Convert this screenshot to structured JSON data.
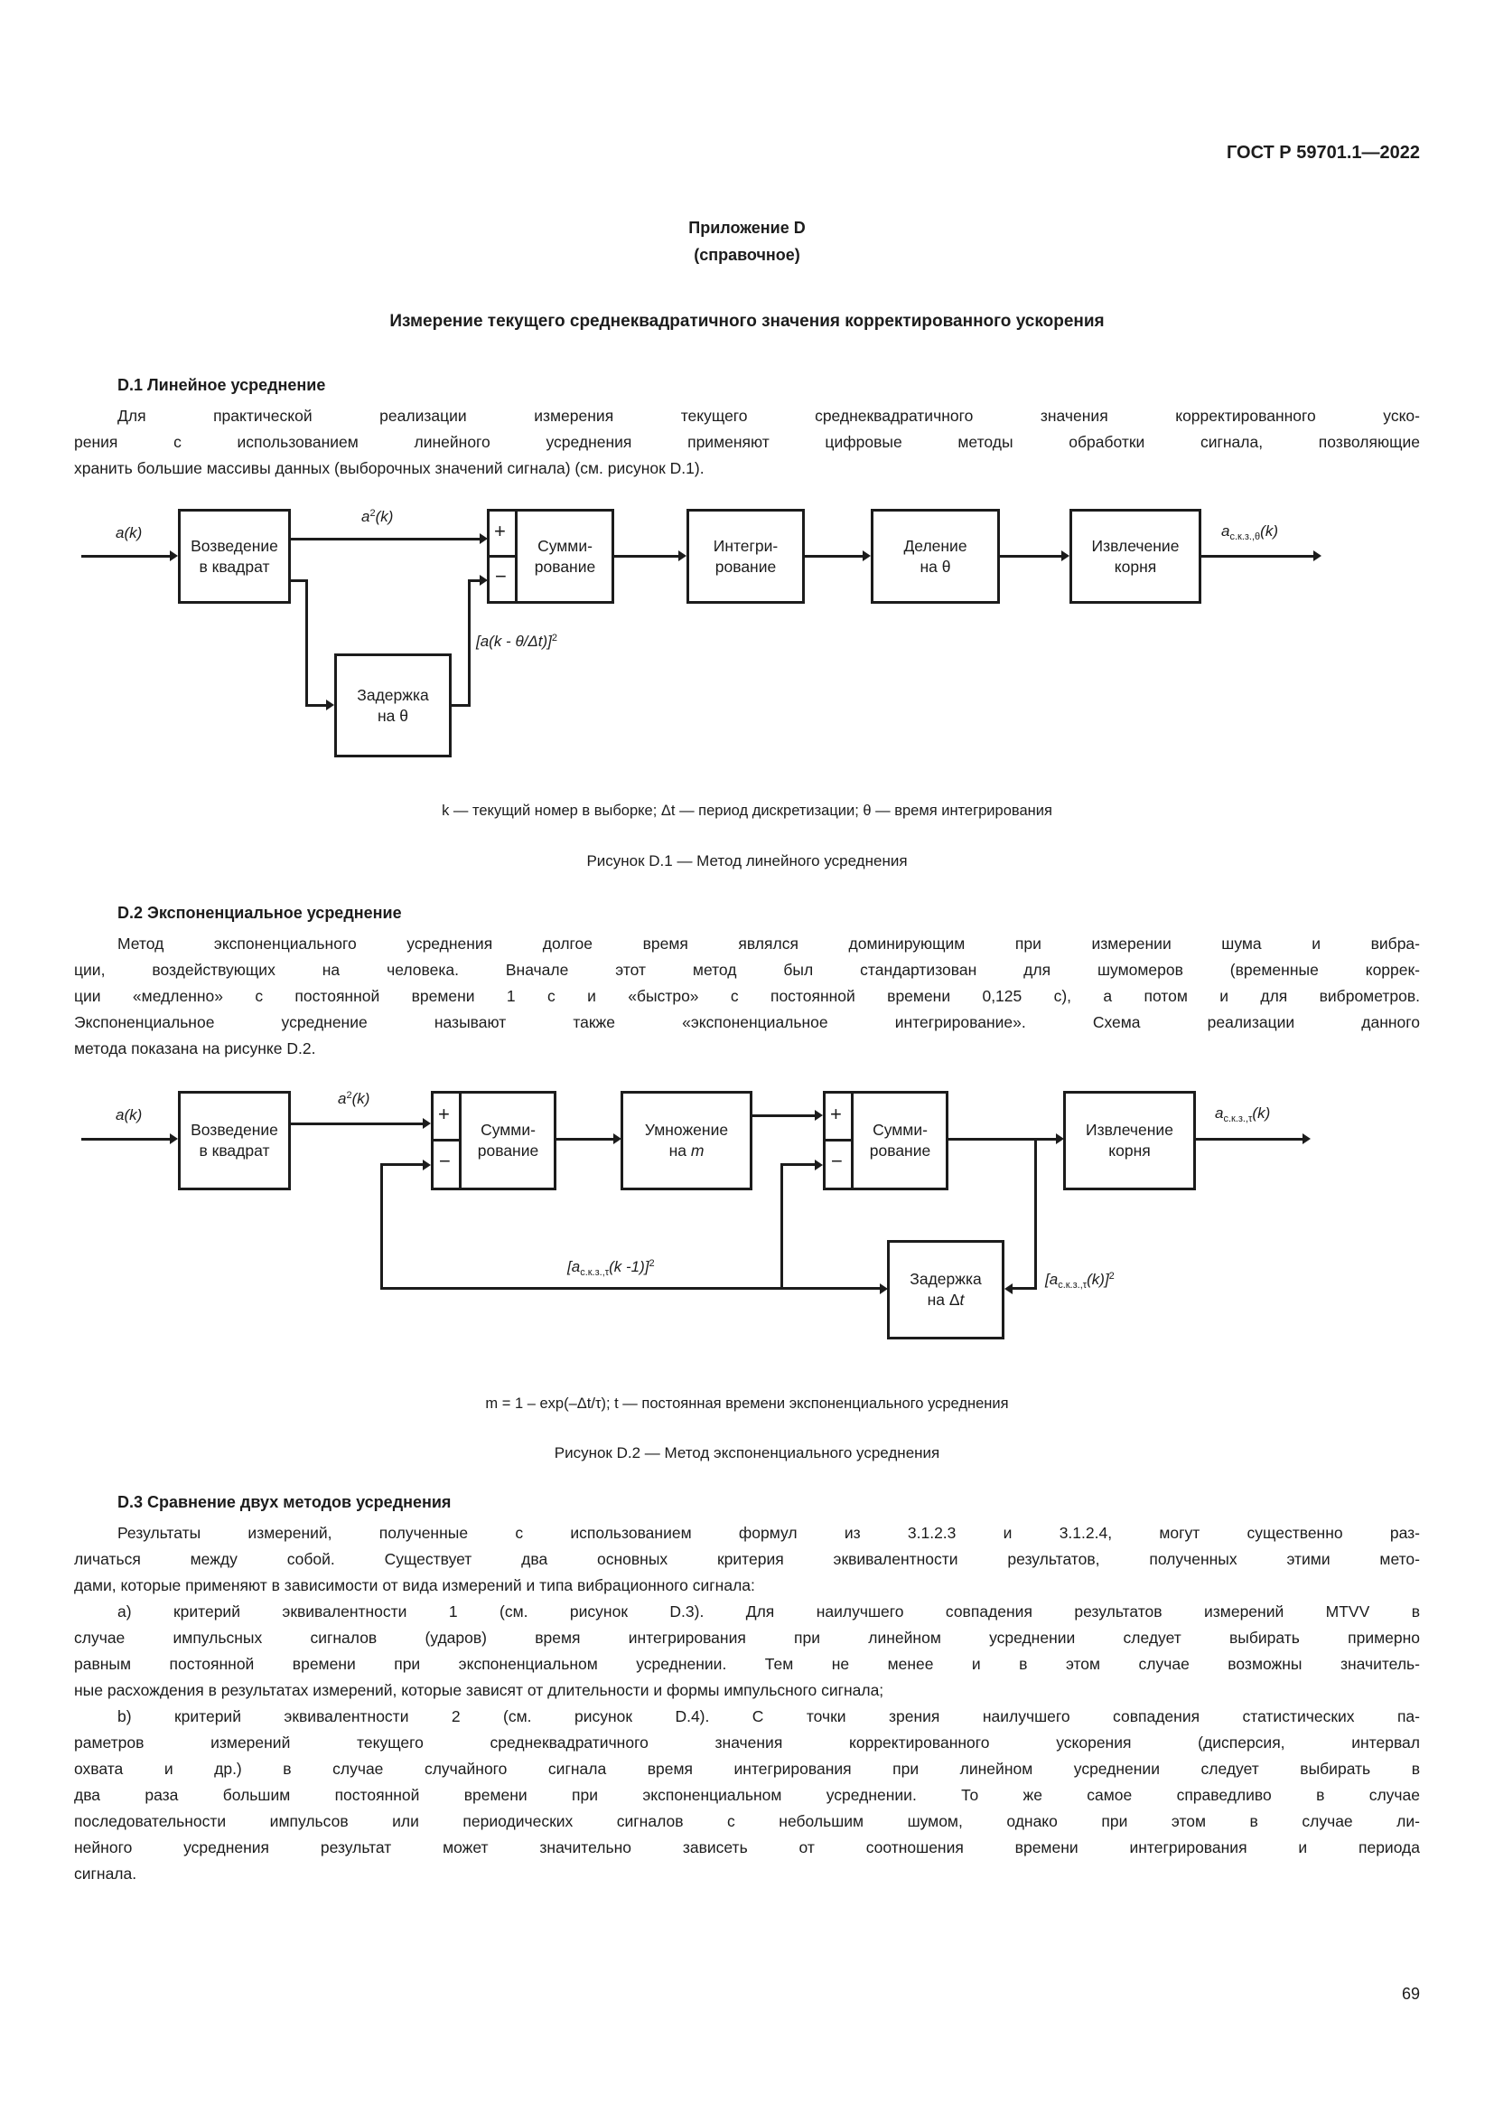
{
  "colors": {
    "ink": "#1c1c1c",
    "background": "#ffffff"
  },
  "header": {
    "doc_number": "ГОСТ Р 59701.1—2022",
    "page_number": "69"
  },
  "appendix": {
    "label": "Приложение D",
    "kind": "(справочное)"
  },
  "document_title": "Измерение текущего среднеквадратичного значения корректированного ускорения",
  "sections": {
    "d1": {
      "heading": "D.1 Линейное усреднение",
      "lines": [
        "Для практической реализации измерения текущего среднеквадратичного значения корректированного уско-",
        "рения с использованием линейного усреднения применяют цифровые методы обработки сигнала, позволяющие",
        "хранить большие массивы данных (выборочных значений сигнала) (см. рисунок D.1)."
      ]
    },
    "d2": {
      "heading": "D.2 Экспоненциальное усреднение",
      "lines": [
        "Метод экспоненциального усреднения долгое время являлся доминирующим при измерении шума и вибра-",
        "ции, воздействующих на человека. Вначале этот метод был стандартизован для шумомеров (временные коррек-",
        "ции «медленно» с постоянной времени 1 с и «быстро» с постоянной времени 0,125 с), а потом и для виброметров.",
        "Экспоненциальное усреднение называют также «экспоненциальное интегрирование». Схема реализации данного",
        "метода показана на рисунке D.2."
      ]
    },
    "d3": {
      "heading": "D.3 Сравнение двух методов усреднения",
      "para1_lines": [
        "Результаты измерений, полученные с использованием формул из 3.1.2.3 и 3.1.2.4, могут существенно раз-",
        "личаться между собой. Существует два основных критерия эквивалентности результатов, полученных этими мето-",
        "дами, которые применяют в зависимости от вида измерений и типа вибрационного сигнала:"
      ],
      "para_a_lines": [
        "а) критерий эквивалентности 1 (см. рисунок D.3). Для наилучшего совпадения результатов измерений MTVV в",
        "случае импульсных сигналов (ударов) время интегрирования при линейном усреднении следует выбирать примерно",
        "равным постоянной времени при экспоненциальном усреднении. Тем не менее и в этом случае возможны значитель-",
        "ные расхождения в результатах измерений, которые зависят от длительности и формы импульсного сигнала;"
      ],
      "para_b_lines": [
        "b) критерий эквивалентности 2 (см. рисунок D.4). С точки зрения наилучшего совпадения статистических па-",
        "раметров измерений текущего среднеквадратичного значения корректированного ускорения (дисперсия, интервал",
        "охвата и др.) в случае случайного сигнала время интегрирования при линейном усреднении следует выбирать в",
        "два раза большим постоянной времени при экспоненциальном усреднении. То же самое справедливо в случае",
        "последовательности импульсов или периодических сигналов с небольшим шумом, однако при этом в случае ли-",
        "нейного усреднения результат может значительно зависеть от соотношения времени интегрирования и периода",
        "сигнала."
      ]
    }
  },
  "figure_d1": {
    "labels": {
      "input": "a(k)",
      "squared": {
        "base": "a",
        "sup": "2",
        "arg": "(k)"
      },
      "delayed": {
        "pre": "[a(k - θ/Δt)]",
        "sup": "2"
      },
      "output": {
        "base": "a",
        "sub": "с.к.з.,θ",
        "arg": "(k)"
      }
    },
    "boxes": {
      "square": "Возведение\nв квадрат",
      "sum": "Сумми-\nрование",
      "plus": "+",
      "minus": "−",
      "integrate": "Интегри-\nрование",
      "divide": "Деление\nна θ",
      "root": "Извлечение\nкорня",
      "delay": "Задержка\nна θ"
    },
    "legend": "k — текущий номер в выборке; Δt — период дискретизации; θ — время интегрирования",
    "caption": "Рисунок D.1 — Метод линейного усреднения"
  },
  "figure_d2": {
    "labels": {
      "input": "a(k)",
      "squared": {
        "base": "a",
        "sup": "2",
        "arg": "(k)"
      },
      "feedback_prev": {
        "pre": "[a",
        "sub": "с.к.з.,τ",
        "mid": "(k -1)]",
        "sup": "2"
      },
      "feedback_cur": {
        "pre": "[a",
        "sub": "с.к.з.,τ",
        "mid": "(k)]",
        "sup": "2"
      },
      "output": {
        "base": "a",
        "sub": "с.к.з.,τ",
        "arg": "(k)"
      }
    },
    "boxes": {
      "square": "Возведение\nв квадрат",
      "sum1": "Сумми-\nрование",
      "multiply_pre": "Умножение\nна ",
      "multiply_var": "m",
      "sum2": "Сумми-\nрование",
      "root": "Извлечение\nкорня",
      "delay_pre": "Задержка\nна Δ",
      "delay_var": "t",
      "plus": "+",
      "minus": "−"
    },
    "formula": "m = 1 – exp(–Δt/τ); t — постоянная времени экспоненциального усреднения",
    "caption": "Рисунок D.2 — Метод экспоненциального усреднения"
  }
}
